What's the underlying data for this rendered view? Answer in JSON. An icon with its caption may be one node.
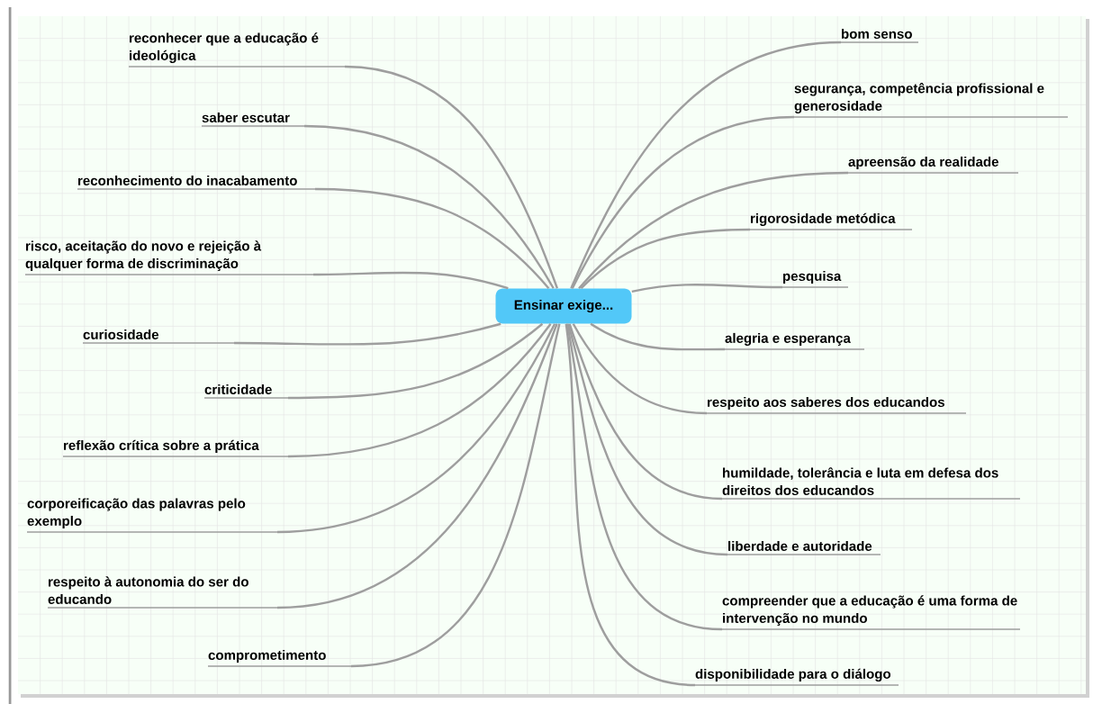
{
  "diagram": {
    "nodes": [
      {
        "text": [
          "Ensinar exige..."
        ]
      },
      {
        "text": [
          "reconhecer que a educação é ideológica"
        ]
      },
      {
        "text": [
          "saber escutar"
        ]
      },
      {
        "text": [
          "reconhecimento do inacabamento"
        ]
      },
      {
        "text": [
          "risco, aceitação do novo e rejeição à qualquer forma de discriminação"
        ]
      },
      {
        "text": [
          "curiosidade"
        ]
      },
      {
        "text": [
          "criticidade"
        ]
      },
      {
        "text": [
          "reflexão crítica sobre a prática"
        ]
      },
      {
        "text": [
          "corporeificação das palavras pelo exemplo"
        ]
      },
      {
        "text": [
          "respeito à autonomia do ser do educando"
        ]
      },
      {
        "text": [
          "comprometimento"
        ]
      },
      {
        "text": [
          "bom senso"
        ]
      },
      {
        "text": [
          "segurança, competência profissional e generosidade"
        ]
      },
      {
        "text": [
          "apreensão da realidade"
        ]
      },
      {
        "text": [
          "rigorosidade metódica"
        ]
      },
      {
        "text": [
          "pesquisa"
        ]
      },
      {
        "text": [
          "alegria e esperança"
        ]
      },
      {
        "text": [
          "respeito aos saberes dos educandos"
        ]
      },
      {
        "text": [
          "humildade, tolerância e luta em defesa dos direitos dos educandos"
        ]
      },
      {
        "text": [
          "liberdade e autoridade"
        ]
      },
      {
        "text": [
          "compreender que a educação é uma forma de intervenção no mundo"
        ]
      },
      {
        "text": [
          "disponibilidade para o diálogo"
        ]
      }
    ],
    "edges": [
      {
        "from": 0,
        "to": 1,
        "arrow": "none"
      },
      {
        "from": 0,
        "to": 2,
        "arrow": "none"
      },
      {
        "from": 0,
        "to": 3,
        "arrow": "none"
      },
      {
        "from": 0,
        "to": 4,
        "arrow": "none"
      },
      {
        "from": 0,
        "to": 5,
        "arrow": "none"
      },
      {
        "from": 0,
        "to": 6,
        "arrow": "none"
      },
      {
        "from": 0,
        "to": 7,
        "arrow": "none"
      },
      {
        "from": 0,
        "to": 8,
        "arrow": "none"
      },
      {
        "from": 0,
        "to": 9,
        "arrow": "none"
      },
      {
        "from": 0,
        "to": 10,
        "arrow": "none"
      },
      {
        "from": 0,
        "to": 11,
        "arrow": "none"
      },
      {
        "from": 0,
        "to": 12,
        "arrow": "none"
      },
      {
        "from": 0,
        "to": 13,
        "arrow": "none"
      },
      {
        "from": 0,
        "to": 14,
        "arrow": "none"
      },
      {
        "from": 0,
        "to": 15,
        "arrow": "none"
      },
      {
        "from": 0,
        "to": 16,
        "arrow": "none"
      },
      {
        "from": 0,
        "to": 17,
        "arrow": "none"
      },
      {
        "from": 0,
        "to": 18,
        "arrow": "none"
      },
      {
        "from": 0,
        "to": 19,
        "arrow": "none"
      },
      {
        "from": 0,
        "to": 20,
        "arrow": "none"
      },
      {
        "from": 0,
        "to": 21,
        "arrow": "none"
      }
    ]
  }
}
